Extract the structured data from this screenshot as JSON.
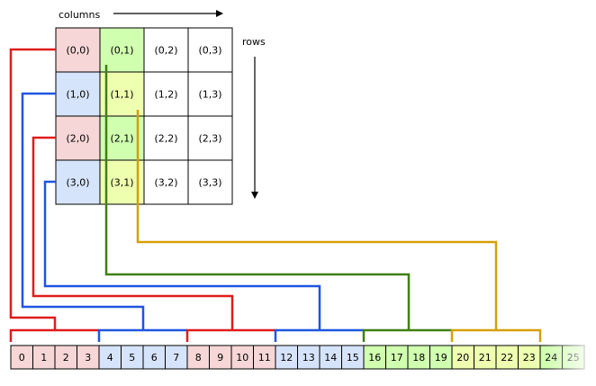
{
  "labels": {
    "columns": "columns",
    "rows": "rows"
  },
  "colors": {
    "red": "#e01b1b",
    "blue": "#1f55e0",
    "green": "#3e8012",
    "yellow": "#d4a00a",
    "row0_fill": "#f6d6d6",
    "row1_fill": "#d6e4fb",
    "col1_fill_a": "#d0ffb0",
    "col1_fill_b": "#eeffb0",
    "cell_border": "#000000"
  },
  "matrix": {
    "cells": [
      [
        "(0,0)",
        "(0,1)",
        "(0,2)",
        "(0,3)"
      ],
      [
        "(1,0)",
        "(1,1)",
        "(1,2)",
        "(1,3)"
      ],
      [
        "(2,0)",
        "(2,1)",
        "(2,2)",
        "(2,3)"
      ],
      [
        "(3,0)",
        "(3,1)",
        "(3,2)",
        "(3,3)"
      ]
    ]
  },
  "memory": {
    "cells": [
      "0",
      "1",
      "2",
      "3",
      "4",
      "5",
      "6",
      "7",
      "8",
      "9",
      "10",
      "11",
      "12",
      "13",
      "14",
      "15",
      "16",
      "17",
      "18",
      "19",
      "20",
      "21",
      "22",
      "23",
      "24",
      "25"
    ]
  }
}
